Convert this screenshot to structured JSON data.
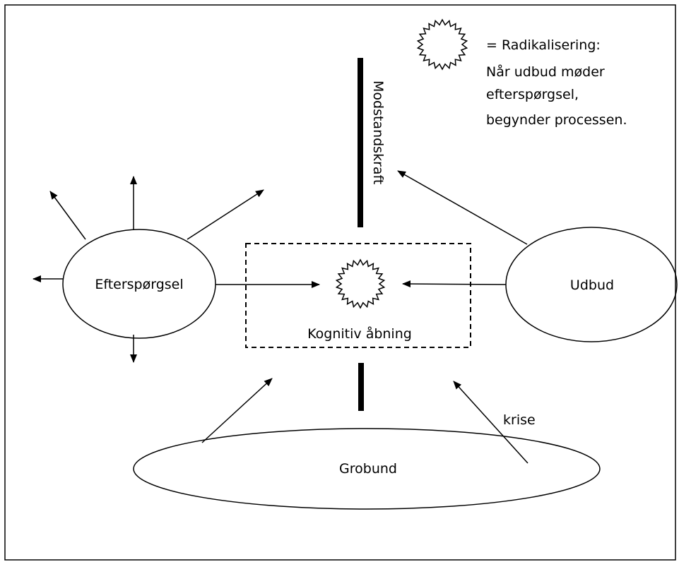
{
  "nodes": {
    "demand": "Efterspørgsel",
    "supply": "Udbud",
    "ground": "Grobund",
    "cognitive_opening": "Kognitiv åbning"
  },
  "labels": {
    "resistance": "Modstandskraft",
    "crisis": "krise"
  },
  "legend": {
    "line1": "= Radikalisering:",
    "line2": "Når udbud møder",
    "line3": "efterspørgsel,",
    "line4": "begynder processen."
  },
  "colors": {
    "stroke": "#000000",
    "background": "#ffffff"
  }
}
